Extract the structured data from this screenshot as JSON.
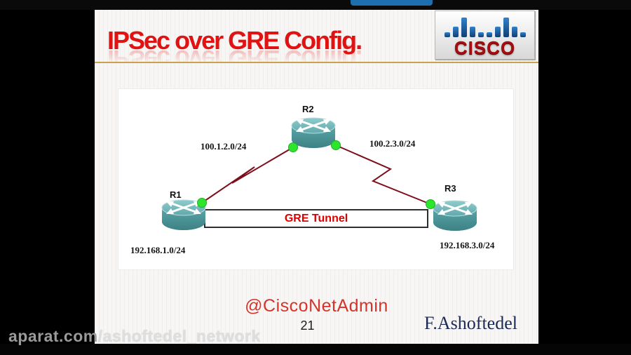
{
  "video": {
    "progress_color": "#1d6fad"
  },
  "slide": {
    "title": "IPSec over GRE Config.",
    "logo": {
      "brand": "CISCO"
    },
    "diagram": {
      "tunnel_label": "GRE Tunnel",
      "routers": [
        {
          "id": "R1",
          "subnet": "192.168.1.0/24"
        },
        {
          "id": "R2"
        },
        {
          "id": "R3",
          "subnet": "192.168.3.0/24"
        }
      ],
      "links": [
        {
          "label": "100.1.2.0/24"
        },
        {
          "label": "100.2.3.0/24"
        }
      ]
    },
    "footer": {
      "handle": "@CiscoNetAdmin",
      "page_number": "21",
      "author": "F.Ashoftedel"
    }
  },
  "watermark": {
    "prefix": "aparat.com",
    "suffix": "/ashoftedel_network"
  },
  "colors": {
    "title_red": "#e01212",
    "cisco_red": "#a50d12",
    "cisco_blue": "#1d6fad",
    "link_maroon": "#7d0f1d",
    "node_green": "#2ee52e",
    "tunnel_text_red": "#dd0000",
    "author_navy": "#1c2b55",
    "underline_gold": "#c8a24e"
  }
}
